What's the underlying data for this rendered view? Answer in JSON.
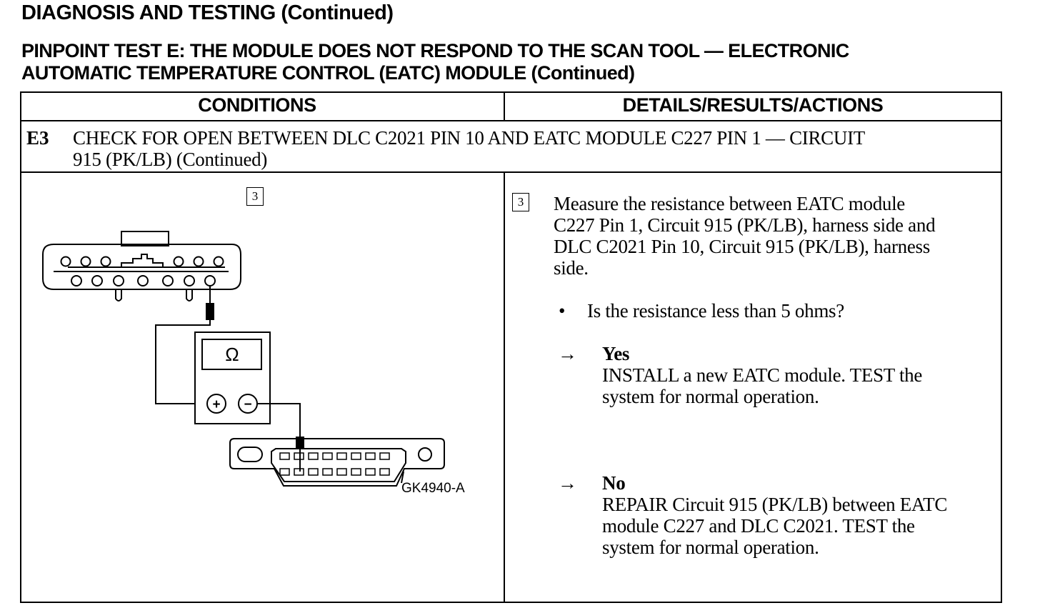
{
  "header": {
    "title": "DIAGNOSIS AND TESTING (Continued)",
    "test_title_line1": "PINPOINT TEST E:  THE MODULE DOES NOT RESPOND TO THE SCAN TOOL — ELECTRONIC",
    "test_title_line2": "AUTOMATIC TEMPERATURE CONTROL (EATC) MODULE (Continued)"
  },
  "table": {
    "col_conditions": "CONDITIONS",
    "col_details": "DETAILS/RESULTS/ACTIONS",
    "step": {
      "id": "E3",
      "title_line1": "CHECK FOR OPEN BETWEEN DLC C2021 PIN 10 AND EATC MODULE C227 PIN 1 — CIRCUIT",
      "title_line2": "915 (PK/LB) (Continued)"
    }
  },
  "figure": {
    "substep_number": "3",
    "meter_symbol": "Ω",
    "plus_symbol": "+",
    "minus_symbol": "−",
    "figure_id": "GK4940-A"
  },
  "details": {
    "substep_number": "3",
    "instruction_lines": [
      "Measure the resistance between EATC module",
      "C227 Pin 1, Circuit 915 (PK/LB), harness side and",
      "DLC C2021 Pin 10, Circuit 915 (PK/LB), harness",
      "side."
    ],
    "bullet": "•",
    "question": "Is the resistance less than 5 ohms?",
    "arrow": "→",
    "yes": {
      "label": "Yes",
      "lines": [
        "INSTALL a new EATC module. TEST the",
        "system for normal operation."
      ]
    },
    "no": {
      "label": "No",
      "lines": [
        "REPAIR Circuit 915 (PK/LB) between EATC",
        "module C227 and DLC C2021. TEST the",
        "system for normal operation."
      ]
    }
  }
}
